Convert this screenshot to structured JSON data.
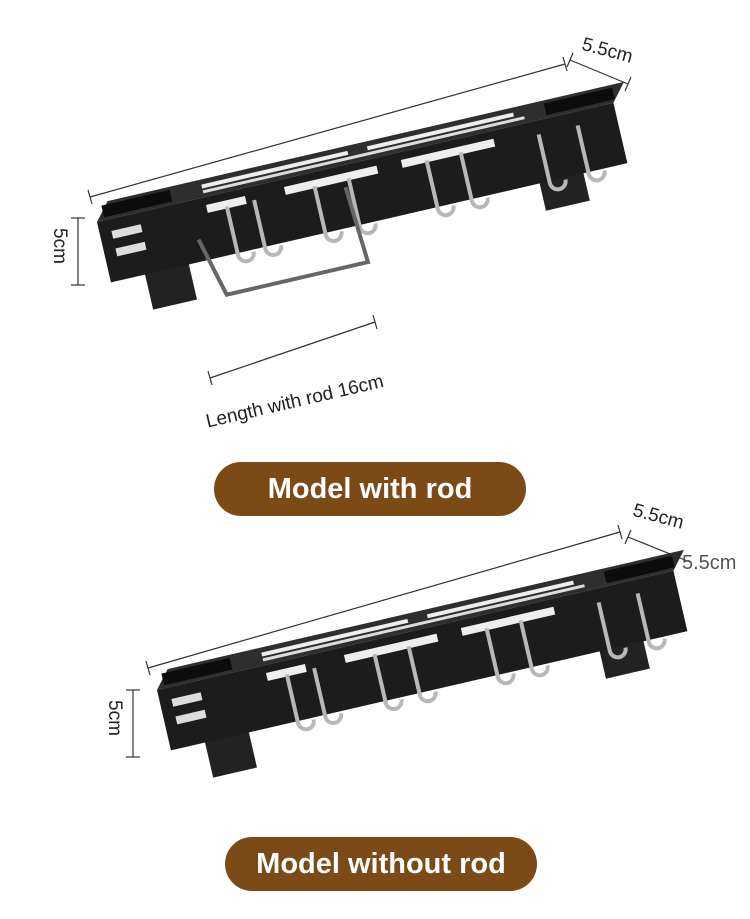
{
  "colors": {
    "pill": "#7b4a16",
    "rack": "#1c1c1c",
    "rack_top": "#2e2e2e",
    "hook": "#b8b8b8"
  },
  "model_with_rod": {
    "length_dim": "",
    "depth_label": "5.5cm",
    "height_label": "5cm",
    "rod_label": "Length with rod 16cm",
    "title": "Model with rod"
  },
  "model_without_rod": {
    "depth_label": "5.5cm",
    "depth_label_overlay": "5.5cm",
    "height_label": "5cm",
    "title": "Model without rod"
  }
}
